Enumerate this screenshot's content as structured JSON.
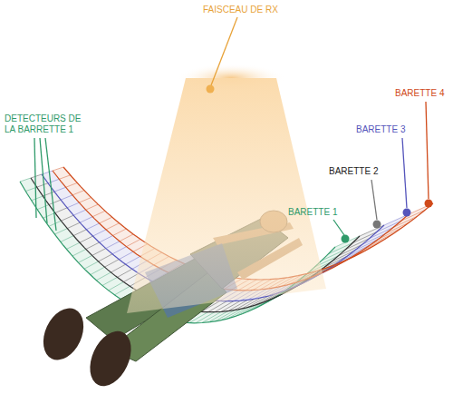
{
  "diagram": {
    "labels": [
      "FAISCEAU DE RX",
      "DETECTEURS DE LA BARRETTE 1",
      "BARETTE 1",
      "BARETTE 2",
      "BARETTE 3",
      "BARETTE 4"
    ]
  }
}
